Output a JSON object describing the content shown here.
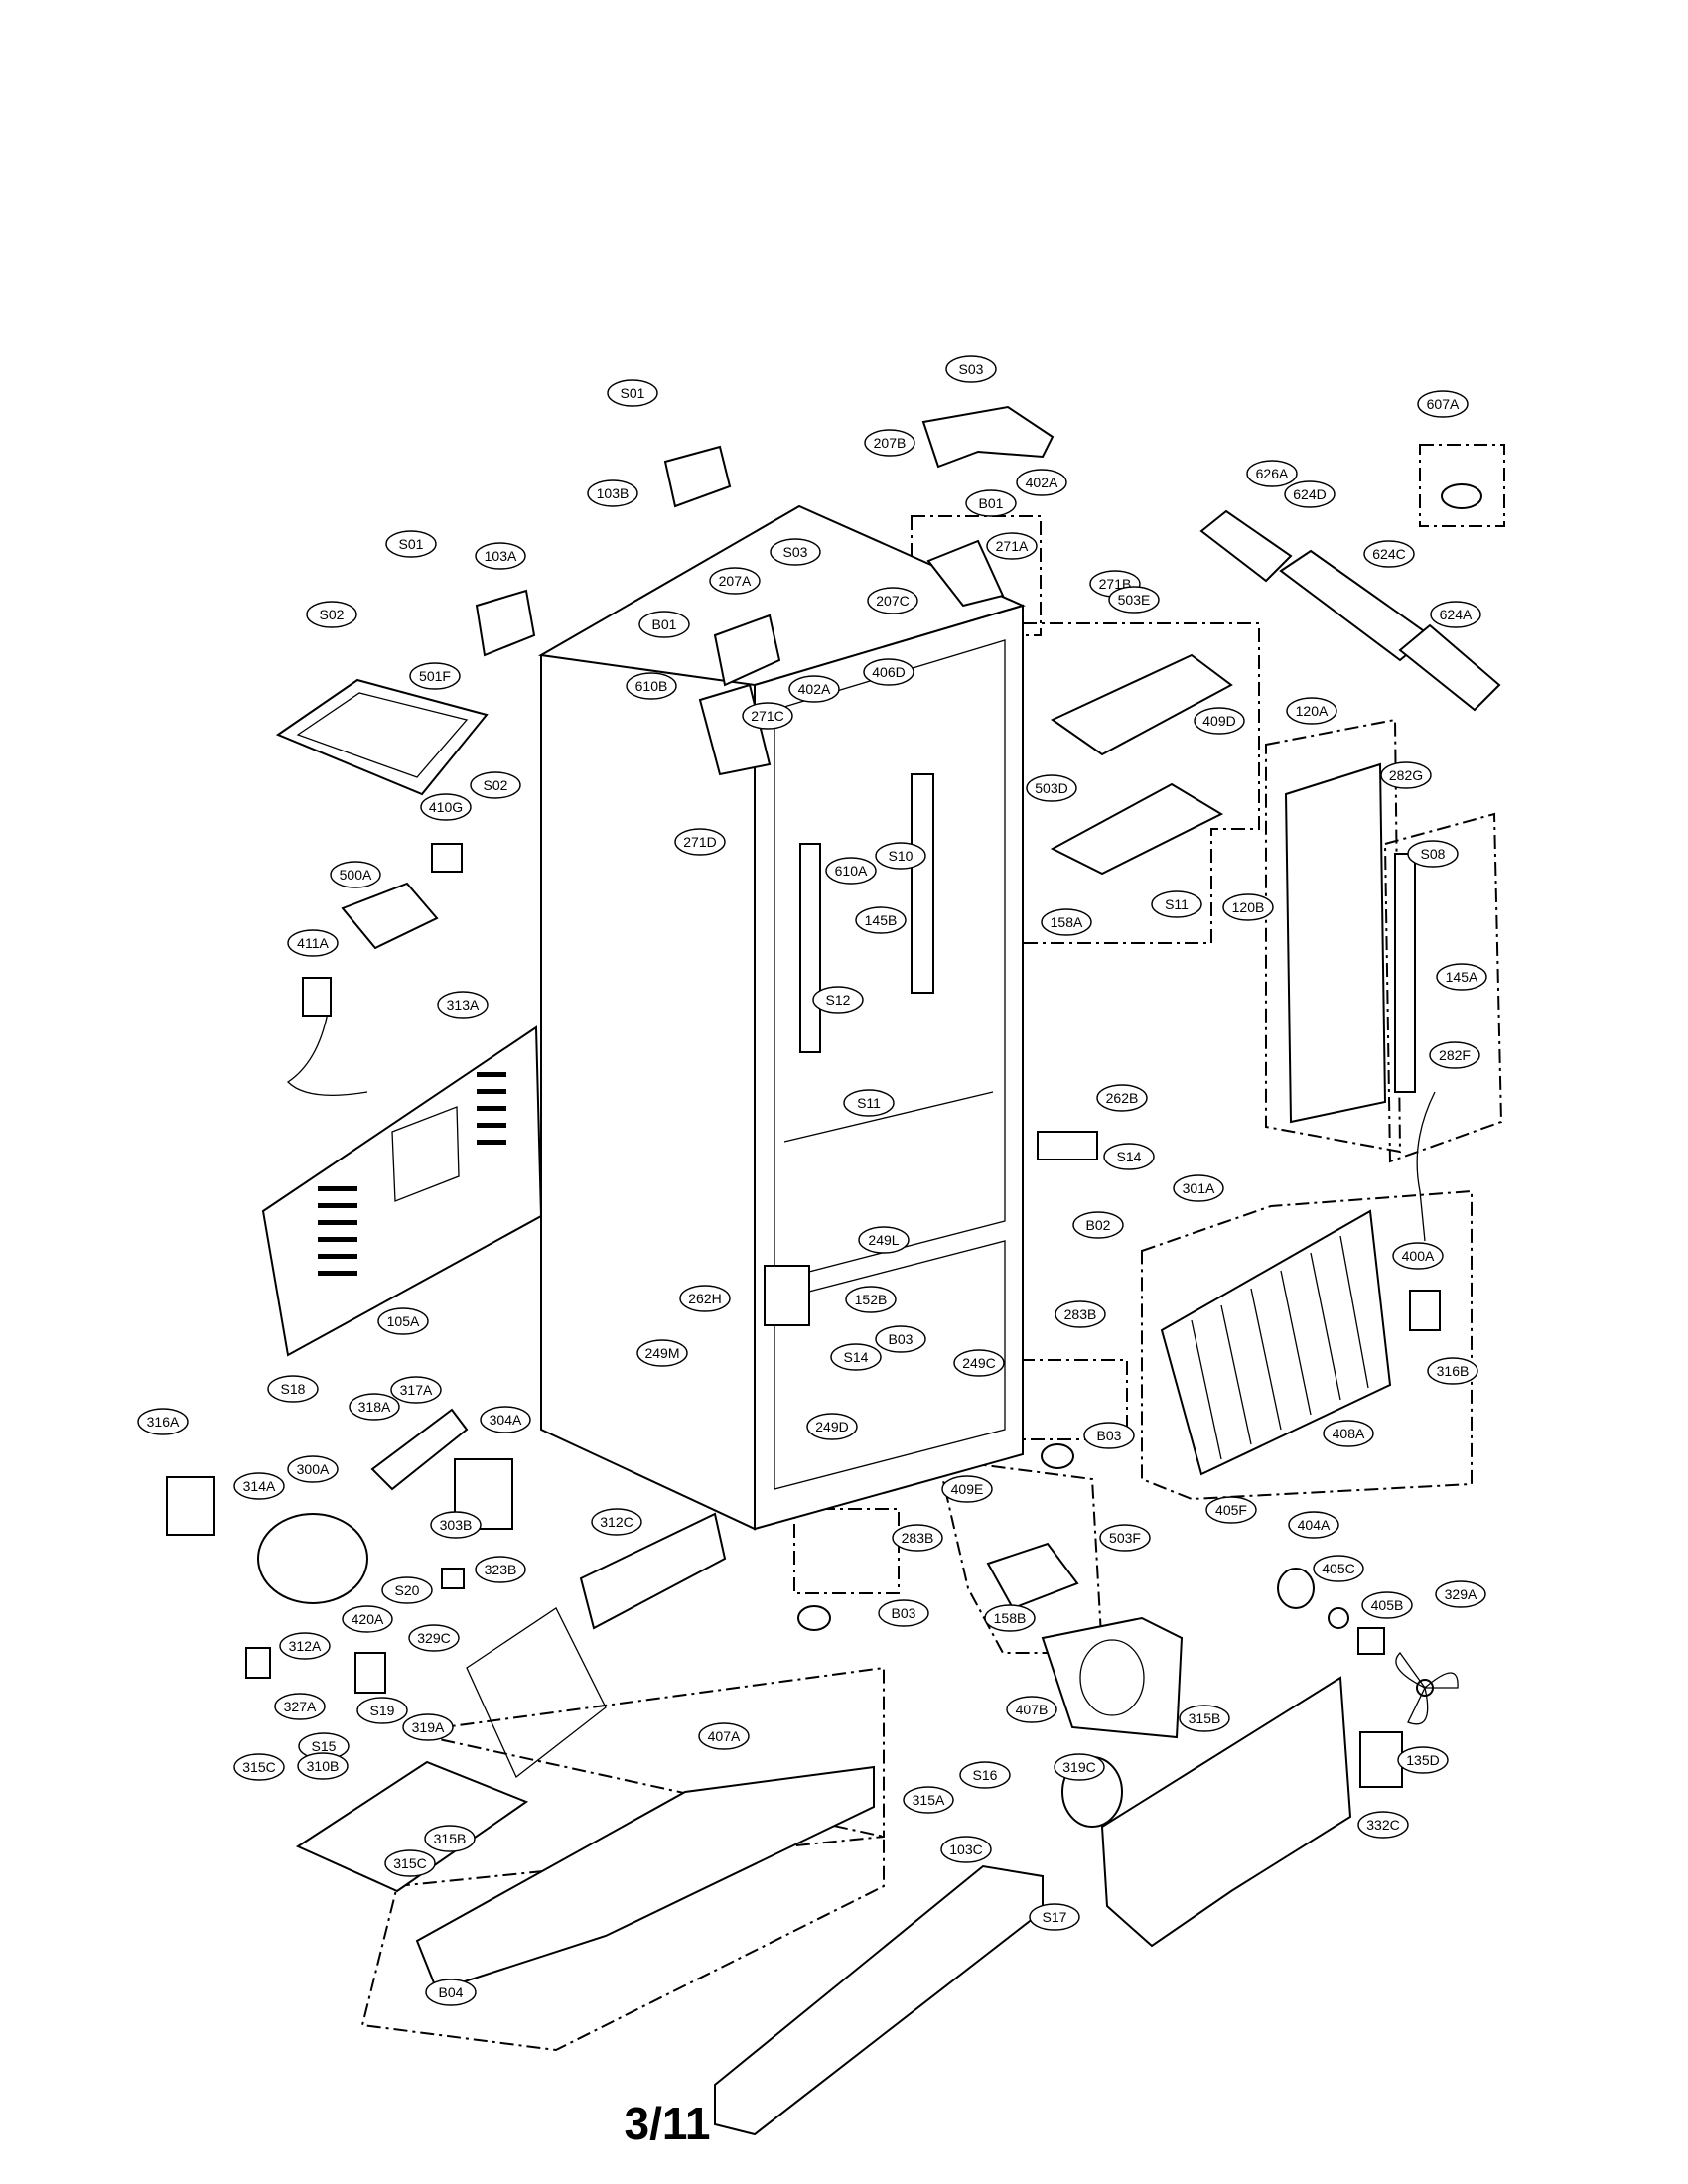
{
  "page_number": "3/11",
  "callouts": [
    "S03",
    "S01",
    "607A",
    "207B",
    "402A",
    "103B",
    "B01",
    "626A",
    "624D",
    "S01",
    "103A",
    "S03",
    "271A",
    "207A",
    "271B",
    "624C",
    "B01",
    "207C",
    "503E",
    "624A",
    "S02",
    "501F",
    "406D",
    "402A",
    "610B",
    "271C",
    "409D",
    "120A",
    "282G",
    "S02",
    "410G",
    "503D",
    "S08",
    "271D",
    "610A",
    "S10",
    "500A",
    "S11",
    "158A",
    "120B",
    "411A",
    "145B",
    "145A",
    "S12",
    "313A",
    "S11",
    "282F",
    "262B",
    "S14",
    "301A",
    "B02",
    "249L",
    "400A",
    "262H",
    "152B",
    "105A",
    "283B",
    "B03",
    "249M",
    "S14",
    "249C",
    "316B",
    "S18",
    "318A",
    "317A",
    "304A",
    "316A",
    "249D",
    "B03",
    "408A",
    "300A",
    "314A",
    "409E",
    "303B",
    "283B",
    "503F",
    "405F",
    "404A",
    "312C",
    "323B",
    "405C",
    "405B",
    "329A",
    "S20",
    "158B",
    "B03",
    "420A",
    "312A",
    "329C",
    "407B",
    "327A",
    "S19",
    "319A",
    "315B",
    "S15",
    "407A",
    "319C",
    "310B",
    "315C",
    "S16",
    "315A",
    "103C",
    "135D",
    "332C",
    "315B",
    "315C",
    "S17",
    "B04"
  ]
}
